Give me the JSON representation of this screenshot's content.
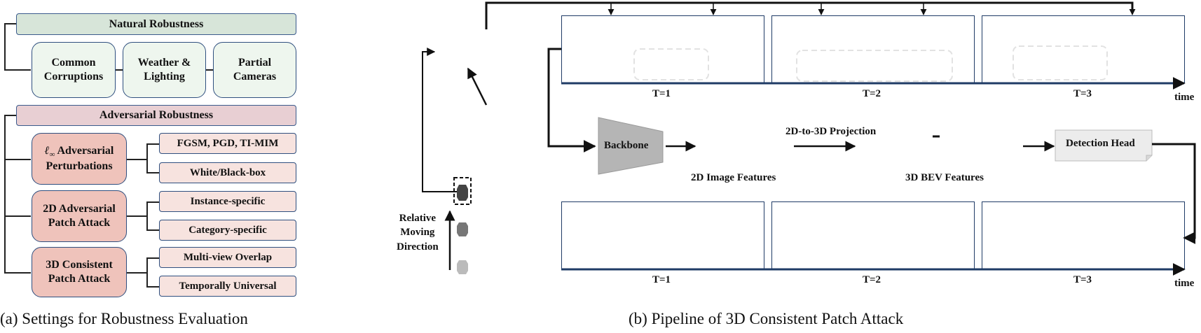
{
  "panel_a": {
    "natural_header": "Natural Robustness",
    "natural_items": [
      "Common\nCorruptions",
      "Weather &\nLighting",
      "Partial\nCameras"
    ],
    "adversarial_header": "Adversarial Robustness",
    "adv_groups": [
      {
        "label_sym": "ℓ",
        "label_sub": "∞",
        "label_rest": " Adversarial",
        "label_line2": "Perturbations",
        "leaves": [
          "FGSM, PGD, TI-MIM",
          "White/Black-box"
        ]
      },
      {
        "label": "2D Adversarial\nPatch Attack",
        "leaves": [
          "Instance-specific",
          "Category-specific"
        ]
      },
      {
        "label": "3D Consistent\nPatch Attack",
        "leaves": [
          "Multi-view Overlap",
          "Temporally Universal"
        ]
      }
    ],
    "caption": "(a) Settings for Robustness Evaluation"
  },
  "panel_b": {
    "relative_moving_direction": "Relative\nMoving\nDirection",
    "top_time_labels": [
      "T=1",
      "T=2",
      "T=3"
    ],
    "bottom_time_labels": [
      "T=1",
      "T=2",
      "T=3"
    ],
    "time_label": "time",
    "backbone": "Backbone",
    "image_features": "2D Image Features",
    "projection": "2D-to-3D Projection",
    "bev_features": "3D BEV Features",
    "detection_head": "Detection Head",
    "caption": "(b) Pipeline of 3D Consistent Patch Attack"
  },
  "colors": {
    "natural_header": "#d7e5d9",
    "natural_box": "#eef6ee",
    "adversarial_header": "#e8cfd3",
    "adversarial_box": "#efc3bb",
    "leaf_box": "#f7e3df",
    "border": "#2f4f7f",
    "backbone_fill": "#b5b5b5",
    "detection_head_fill": "#ececec"
  }
}
